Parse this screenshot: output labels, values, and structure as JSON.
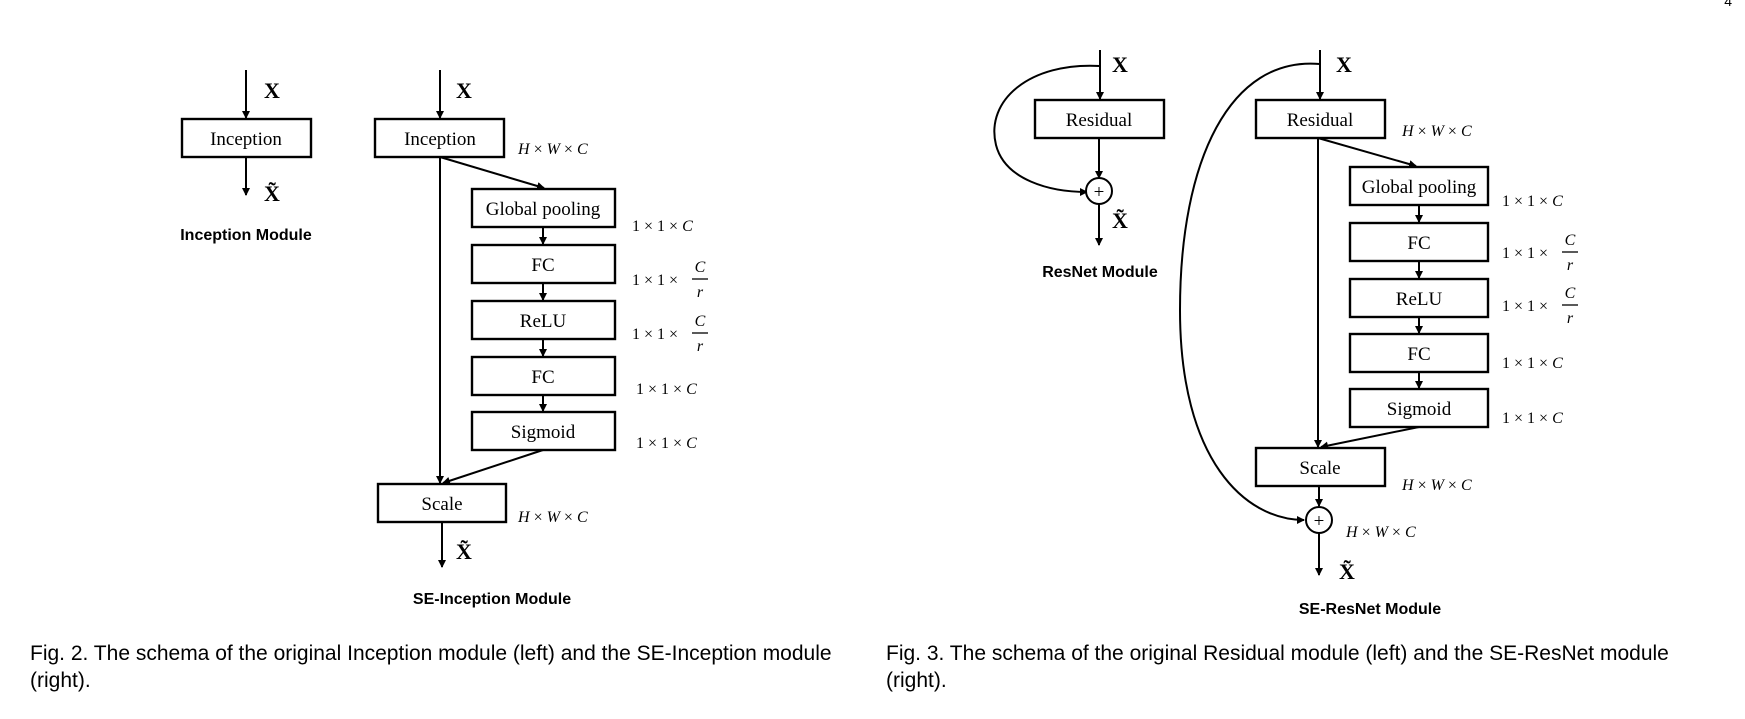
{
  "page_number": "4",
  "labels": {
    "input": "X",
    "output": "X̃",
    "plus": "+"
  },
  "blocks": {
    "inception": "Inception",
    "residual": "Residual",
    "global_pooling": "Global pooling",
    "fc": "FC",
    "relu": "ReLU",
    "sigmoid": "Sigmoid",
    "scale": "Scale"
  },
  "dims": {
    "hwc": [
      "H",
      "W",
      "C"
    ],
    "one_one_c": [
      "1",
      "1",
      "C"
    ],
    "one_one_c_over_r": [
      "1",
      "1",
      "C",
      "r"
    ]
  },
  "module_titles": {
    "inception": "Inception Module",
    "se_inception": "SE-Inception Module",
    "resnet": "ResNet Module",
    "se_resnet": "SE-ResNet Module"
  },
  "captions": {
    "fig2": "Fig. 2. The schema of the original Inception module (left) and the SE-Inception module (right).",
    "fig3": "Fig. 3. The schema of the original Residual module (left) and the SE-ResNet module (right)."
  }
}
